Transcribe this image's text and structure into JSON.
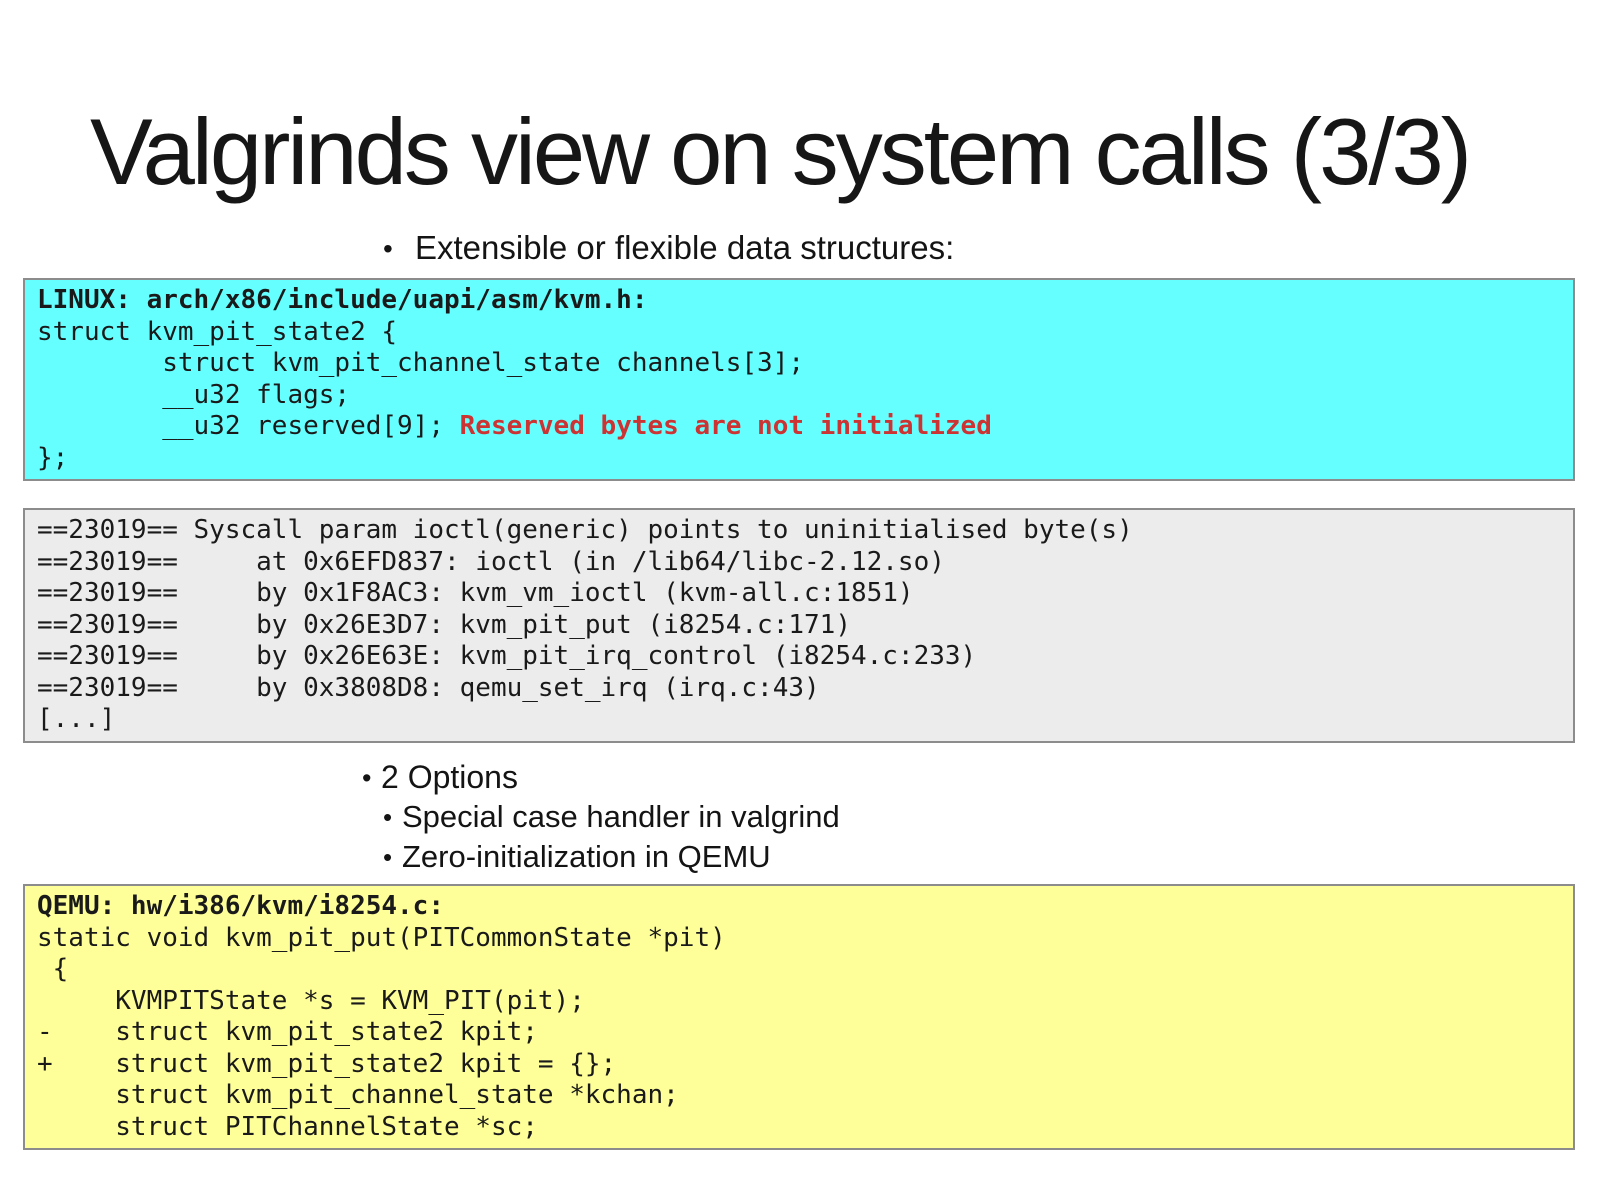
{
  "title": "Valgrinds view on system calls (3/3)",
  "bullets": {
    "marker": "•",
    "intro": "Extensible or flexible data structures:",
    "options_heading": "2 Options",
    "options": [
      "Special case handler in valgrind",
      "Zero-initialization in QEMU"
    ]
  },
  "linux_block": {
    "bg_color": "#66ffff",
    "header": "LINUX: arch/x86/include/uapi/asm/kvm.h:",
    "body_lines": [
      "struct kvm_pit_state2 {",
      "        struct kvm_pit_channel_state channels[3];",
      "        __u32 flags;"
    ],
    "reserved_code": "        __u32 reserved[9]; ",
    "annotation": "Reserved bytes are not initialized",
    "annotation_color": "#cc3333",
    "closing": "};"
  },
  "valgrind_block": {
    "bg_color": "#ececec",
    "lines": [
      "==23019== Syscall param ioctl(generic) points to uninitialised byte(s)",
      "==23019==     at 0x6EFD837: ioctl (in /lib64/libc-2.12.so)",
      "==23019==     by 0x1F8AC3: kvm_vm_ioctl (kvm-all.c:1851)",
      "==23019==     by 0x26E3D7: kvm_pit_put (i8254.c:171)",
      "==23019==     by 0x26E63E: kvm_pit_irq_control (i8254.c:233)",
      "==23019==     by 0x3808D8: qemu_set_irq (irq.c:43)",
      "[...]"
    ]
  },
  "qemu_block": {
    "bg_color": "#ffff99",
    "header": "QEMU: hw/i386/kvm/i8254.c:",
    "lines": [
      "static void kvm_pit_put(PITCommonState *pit)",
      " {",
      "     KVMPITState *s = KVM_PIT(pit);",
      "-    struct kvm_pit_state2 kpit;",
      "+    struct kvm_pit_state2 kpit = {};",
      "     struct kvm_pit_channel_state *kchan;",
      "     struct PITChannelState *sc;"
    ]
  },
  "colors": {
    "page_background": "#ffffff",
    "text": "#1a1a1a",
    "block_border": "#8c8c8c"
  }
}
